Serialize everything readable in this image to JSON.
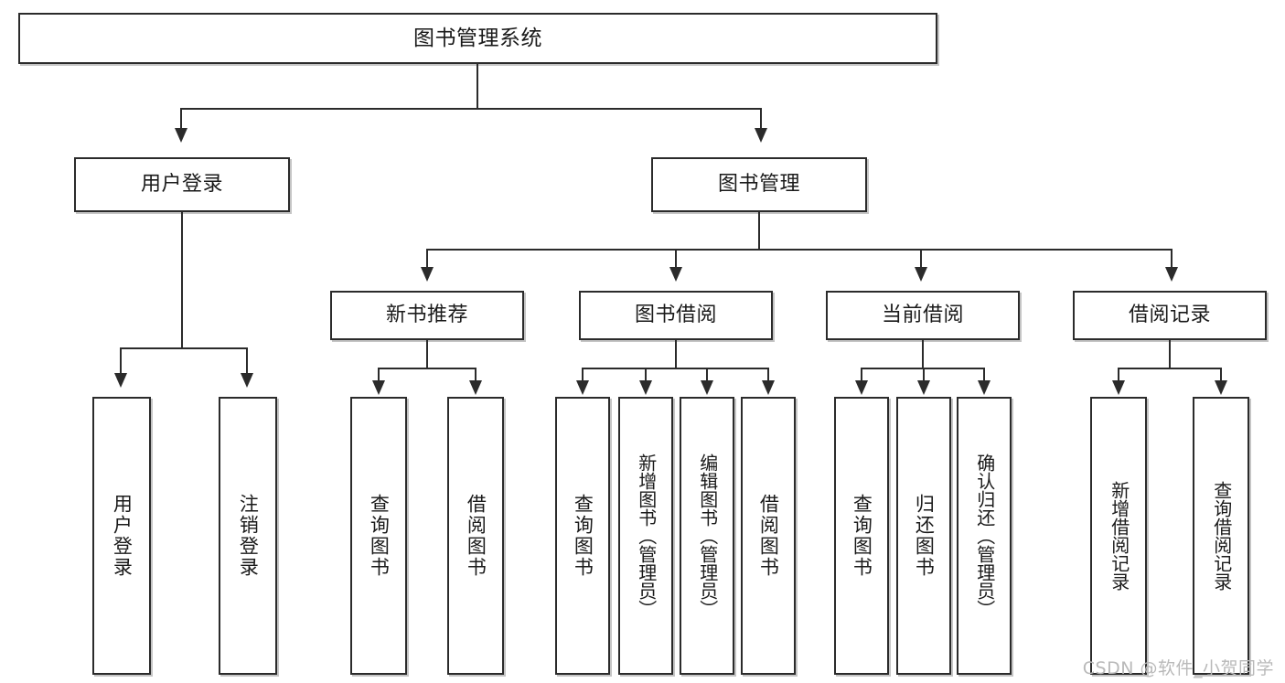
{
  "diagram": {
    "title": "图书管理系统",
    "type": "tree",
    "watermark": "CSDN @软件_小贺同学",
    "colors": {
      "node_border": "#2b2b2b",
      "node_fill": "#ffffff",
      "connector": "#2b2b2b",
      "text": "#1a1a1a",
      "watermark": "#b9b9b9"
    },
    "levels": {
      "level1": [
        {
          "id": "root",
          "label": "图书管理系统"
        }
      ],
      "level2": [
        {
          "id": "user-login",
          "label": "用户登录",
          "parent": "root"
        },
        {
          "id": "book-manage",
          "label": "图书管理",
          "parent": "root"
        }
      ],
      "level3": [
        {
          "id": "new-book-rec",
          "label": "新书推荐",
          "parent": "book-manage"
        },
        {
          "id": "book-borrow",
          "label": "图书借阅",
          "parent": "book-manage"
        },
        {
          "id": "current-borrow",
          "label": "当前借阅",
          "parent": "book-manage"
        },
        {
          "id": "borrow-record",
          "label": "借阅记录",
          "parent": "book-manage"
        }
      ],
      "leaves": [
        {
          "id": "leaf-user-login",
          "label": "用户登录",
          "parent": "user-login"
        },
        {
          "id": "leaf-logout",
          "label": "注销登录",
          "parent": "user-login"
        },
        {
          "id": "leaf-query-book-1",
          "label": "查询图书",
          "parent": "new-book-rec"
        },
        {
          "id": "leaf-borrow-book-1",
          "label": "借阅图书",
          "parent": "new-book-rec"
        },
        {
          "id": "leaf-query-book-2",
          "label": "查询图书",
          "parent": "book-borrow"
        },
        {
          "id": "leaf-add-book",
          "label": "新增图书（管理员）",
          "parent": "book-borrow"
        },
        {
          "id": "leaf-edit-book",
          "label": "编辑图书（管理员）",
          "parent": "book-borrow"
        },
        {
          "id": "leaf-borrow-book-2",
          "label": "借阅图书",
          "parent": "book-borrow"
        },
        {
          "id": "leaf-query-book-3",
          "label": "查询图书",
          "parent": "current-borrow"
        },
        {
          "id": "leaf-return-book",
          "label": "归还图书",
          "parent": "current-borrow"
        },
        {
          "id": "leaf-confirm-return",
          "label": "确认归还（管理员）",
          "parent": "current-borrow"
        },
        {
          "id": "leaf-add-record",
          "label": "新增借阅记录",
          "parent": "borrow-record"
        },
        {
          "id": "leaf-query-record",
          "label": "查询借阅记录",
          "parent": "borrow-record"
        }
      ]
    }
  }
}
